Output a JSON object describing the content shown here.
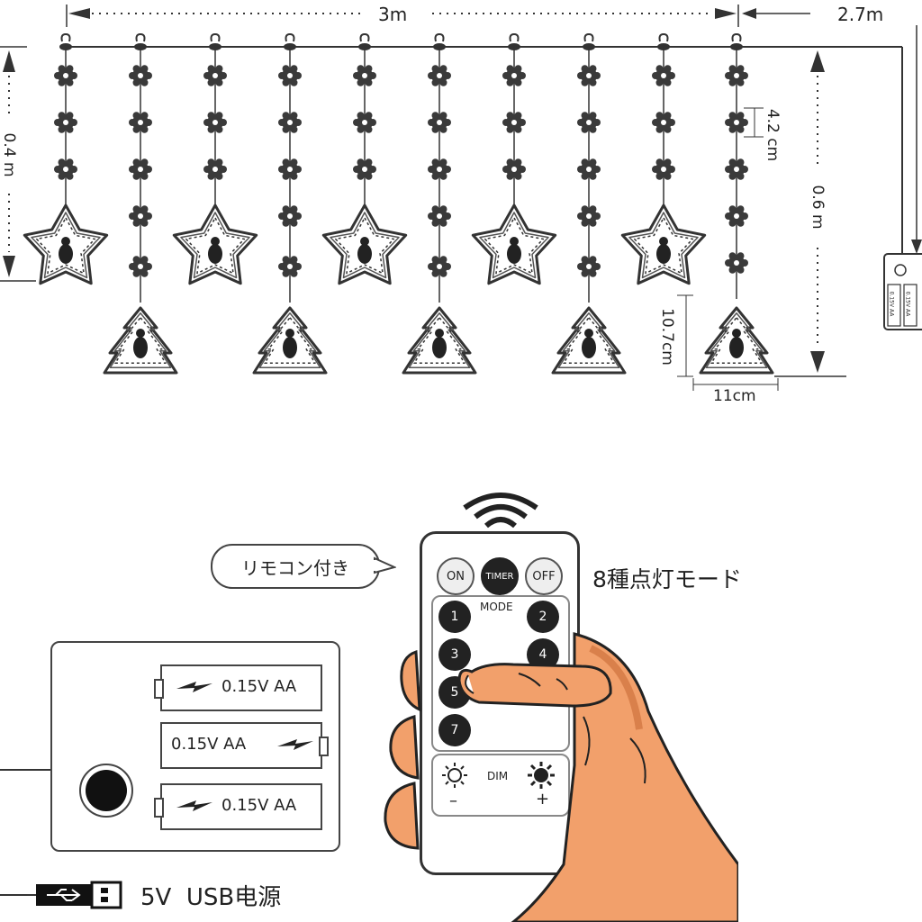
{
  "dimensions": {
    "width_label": "3m",
    "drop_label": "2.7m",
    "star_drop_label": "0.4 m",
    "full_drop_label": "0.6 m",
    "spacing_label": "4.2 cm",
    "tree_height_label": "10.7cm",
    "tree_width_label": "11cm"
  },
  "battery_box": {
    "batteries": [
      "0.15V AA",
      "0.15V AA",
      "0.15V AA"
    ],
    "mini_battery_labels": [
      "0.15V AA",
      "0.15V AA"
    ]
  },
  "callout": {
    "remote_included": "リモコン付き",
    "modes": "8種点灯モード"
  },
  "remote": {
    "on": "ON",
    "timer": "TIMER",
    "off": "OFF",
    "mode": "MODE",
    "buttons": [
      "1",
      "2",
      "3",
      "4",
      "5",
      "7"
    ],
    "dim": "DIM",
    "minus": "–",
    "plus": "+"
  },
  "power": {
    "label": "5V  USB电源"
  },
  "icons": [
    "snowflake-icon",
    "star-ornament-icon",
    "tree-ornament-icon",
    "usb-plug-icon",
    "wireless-signal-icon",
    "lightning-icon",
    "sun-dim-icon",
    "sun-bright-icon",
    "hand-icon"
  ],
  "colors": {
    "line": "#333333",
    "skin": "#f2a06b",
    "skin_shadow": "#d9804b",
    "button_dark": "#222222"
  }
}
